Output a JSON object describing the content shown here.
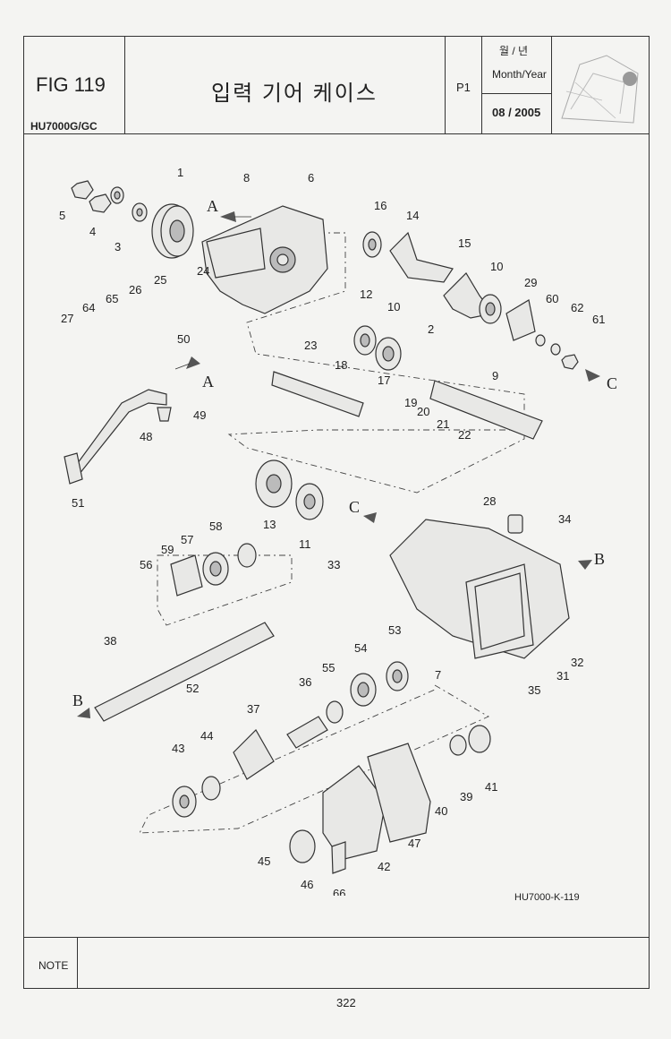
{
  "header": {
    "fig": "FIG 119",
    "model": "HU7000G/GC",
    "title": "입력 기어 케이스",
    "page": "P1",
    "month_year_kr": "월 / 년",
    "month_year_en": "Month/Year",
    "date": "08 / 2005"
  },
  "diagram": {
    "reference": "HU7000-K-119",
    "arrow_letters": [
      "A",
      "A",
      "B",
      "B",
      "C",
      "C"
    ],
    "part_numbers": [
      "1",
      "2",
      "3",
      "4",
      "5",
      "6",
      "7",
      "8",
      "9",
      "10",
      "10",
      "11",
      "12",
      "13",
      "14",
      "15",
      "16",
      "17",
      "18",
      "19",
      "20",
      "21",
      "22",
      "23",
      "24",
      "25",
      "26",
      "27",
      "28",
      "29",
      "31",
      "32",
      "33",
      "34",
      "35",
      "36",
      "37",
      "38",
      "39",
      "40",
      "41",
      "42",
      "43",
      "44",
      "45",
      "46",
      "47",
      "48",
      "49",
      "50",
      "51",
      "52",
      "53",
      "54",
      "55",
      "56",
      "57",
      "58",
      "59",
      "60",
      "61",
      "62",
      "64",
      "65",
      "66"
    ]
  },
  "footer": {
    "note_label": "NOTE",
    "page_number": "322"
  },
  "colors": {
    "ink": "#222222",
    "paper": "#f4f4f2",
    "part_fill": "#e8e8e6"
  }
}
